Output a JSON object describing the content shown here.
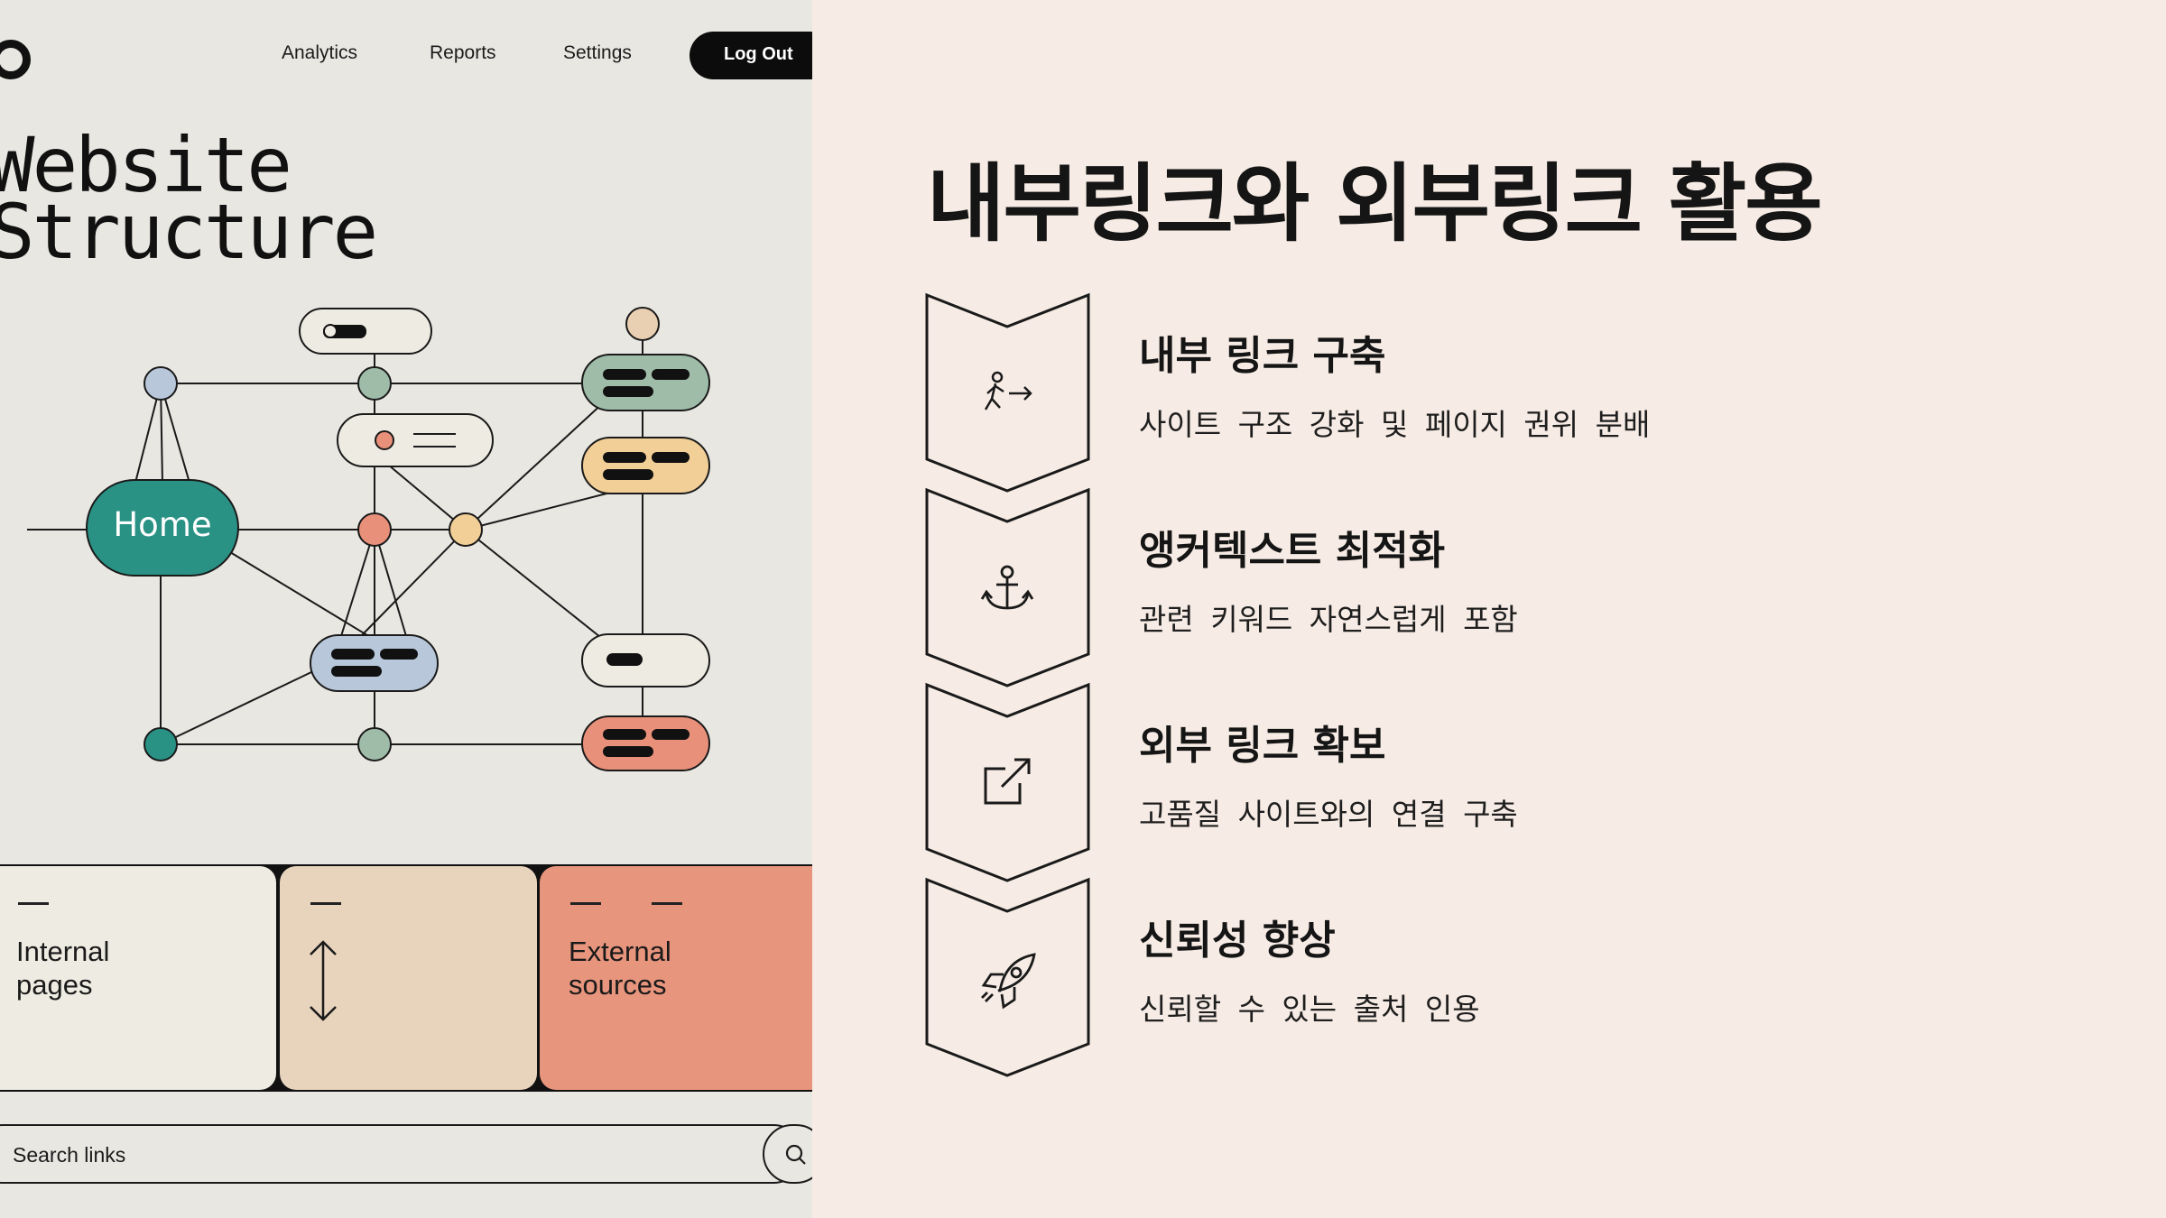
{
  "nav": {
    "links": [
      "Analytics",
      "Reports",
      "Settings"
    ],
    "logout_label": "Log Out"
  },
  "mockup": {
    "title": "Website\nStructure",
    "home_label": "Home",
    "cards": [
      {
        "label": "Internal\npages",
        "color": "#eeece2"
      },
      {
        "label": "",
        "color": "#e8d3bd"
      },
      {
        "label": "External\nsources",
        "color": "#e8957d"
      }
    ],
    "search_placeholder": "Search links"
  },
  "colors": {
    "left_bg": "#e9e7e2",
    "right_bg": "#f7ece5",
    "teal": "#2a9185",
    "sage": "#9fbca9",
    "peach": "#f2cf96",
    "coral": "#e8907a",
    "lavender": "#b9c7db"
  },
  "slide": {
    "title": "내부링크와 외부링크 활용",
    "items": [
      {
        "heading": "내부 링크 구축",
        "description": "사이트 구조 강화 및 페이지 권위 분배",
        "icon": "walking-person-arrow-icon"
      },
      {
        "heading": "앵커텍스트 최적화",
        "description": "관련 키워드 자연스럽게 포함",
        "icon": "anchor-icon"
      },
      {
        "heading": "외부 링크 확보",
        "description": "고품질 사이트와의 연결 구축",
        "icon": "external-link-icon"
      },
      {
        "heading": "신뢰성 향상",
        "description": "신뢰할 수 있는 출처 인용",
        "icon": "rocket-icon"
      }
    ]
  }
}
